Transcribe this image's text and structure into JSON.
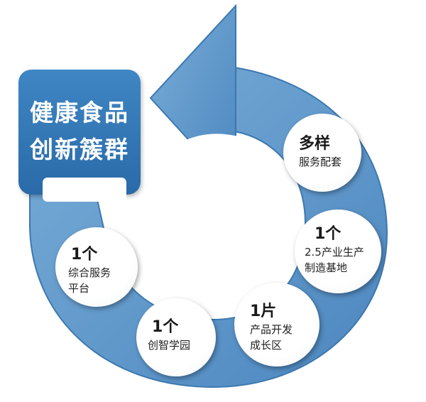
{
  "colors": {
    "ring": "#5a95c8",
    "ring_edge": "#3c78b0",
    "label_box": "#2f73b3",
    "node_fill": "#ffffff",
    "text_dark": "#1a1a1a"
  },
  "label": {
    "line1": "健康食品",
    "line2": "创新簇群"
  },
  "nodes": [
    {
      "number": "多样",
      "lines": [
        "服务配套"
      ]
    },
    {
      "number": "1个",
      "lines": [
        "2.5产业生产",
        "制造基地"
      ]
    },
    {
      "number": "1片",
      "lines": [
        "产品开发",
        "成长区"
      ]
    },
    {
      "number": "1个",
      "lines": [
        "创智学园"
      ]
    },
    {
      "number": "1个",
      "lines": [
        "综合服务",
        "平台"
      ]
    }
  ]
}
